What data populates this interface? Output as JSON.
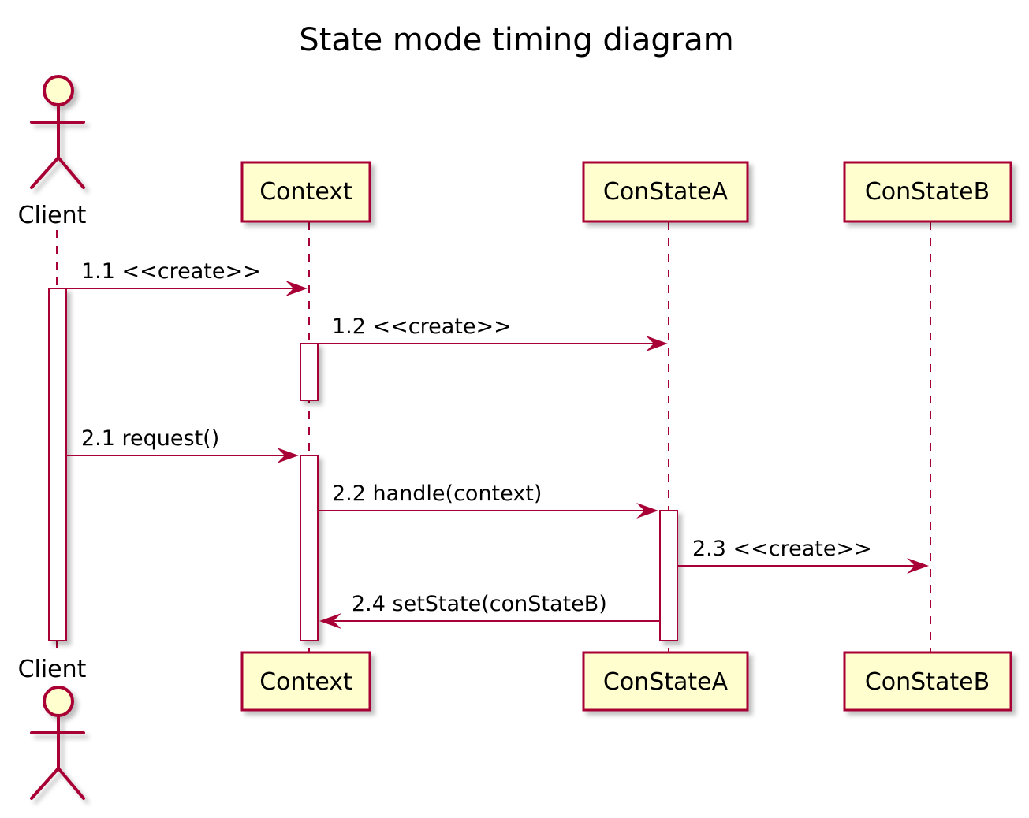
{
  "diagram": {
    "title": "State mode timing diagram",
    "participants": [
      {
        "id": "client",
        "label": "Client",
        "kind": "actor"
      },
      {
        "id": "context",
        "label": "Context",
        "kind": "participant"
      },
      {
        "id": "constatea",
        "label": "ConStateA",
        "kind": "participant"
      },
      {
        "id": "constateb",
        "label": "ConStateB",
        "kind": "participant"
      }
    ],
    "messages": [
      {
        "id": "m11",
        "label": "1.1 <<create>>",
        "from": "client",
        "to": "context",
        "direction": "right"
      },
      {
        "id": "m12",
        "label": "1.2 <<create>>",
        "from": "context",
        "to": "constatea",
        "direction": "right"
      },
      {
        "id": "m21",
        "label": "2.1 request()",
        "from": "client",
        "to": "context",
        "direction": "right"
      },
      {
        "id": "m22",
        "label": "2.2 handle(context)",
        "from": "context",
        "to": "constatea",
        "direction": "right"
      },
      {
        "id": "m23",
        "label": "2.3 <<create>>",
        "from": "constatea",
        "to": "constateb",
        "direction": "right"
      },
      {
        "id": "m24",
        "label": "2.4 setState(conStateB)",
        "from": "constatea",
        "to": "context",
        "direction": "left"
      }
    ],
    "colors": {
      "border": "#A80036",
      "fill": "#FEFECE",
      "activation": "#FFFFFF",
      "shadow": "#C8C8C8"
    }
  }
}
